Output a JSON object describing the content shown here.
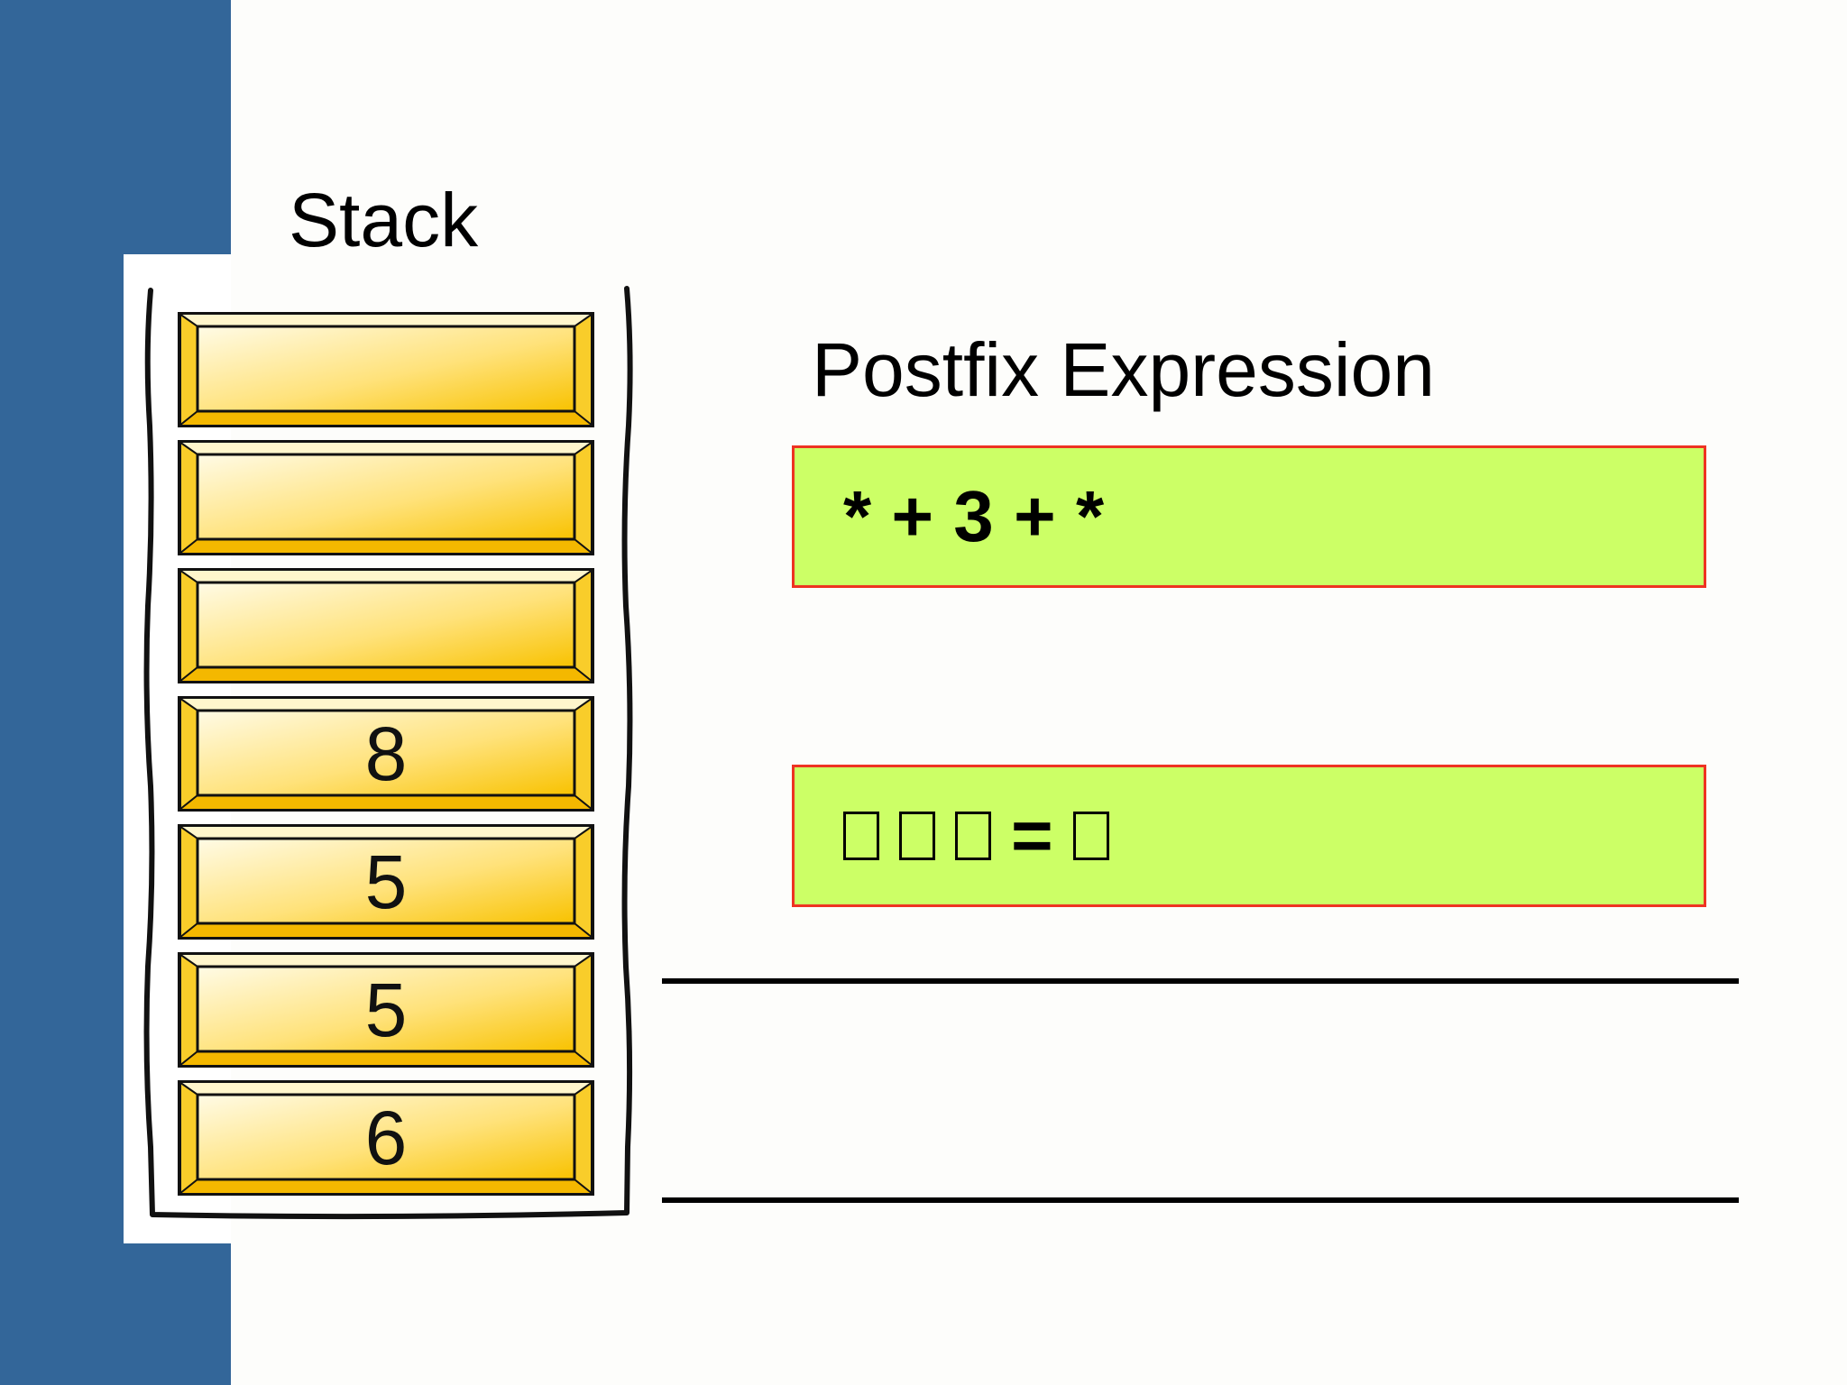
{
  "stack": {
    "title": "Stack",
    "slots": [
      "",
      "",
      "",
      "8",
      "5",
      "5",
      "6"
    ]
  },
  "postfix": {
    "title": "Postfix Expression",
    "remaining_tokens": "* + 3 + *",
    "equation": {
      "placeholder_count_left": 3,
      "operator": "=",
      "placeholder_count_right": 1
    }
  },
  "colors": {
    "side_bar": "#336699",
    "brick_light": "#fffbe6",
    "brick_dark": "#f8c200",
    "expression_box_fill": "#ccff66",
    "expression_box_border": "#ee3322"
  }
}
